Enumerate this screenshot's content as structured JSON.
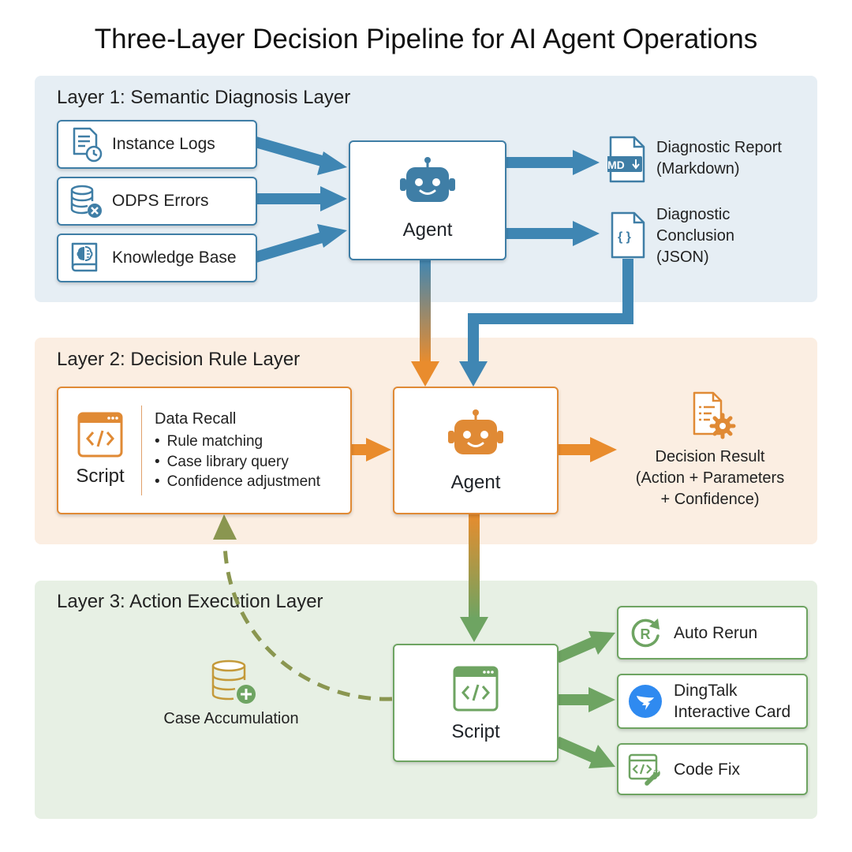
{
  "title": "Three-Layer Decision Pipeline for AI Agent Operations",
  "colors": {
    "blue": "#3f7ea6",
    "orange": "#e08a35",
    "green": "#6ea462",
    "layer1_bg": "#e6eef4",
    "layer2_bg": "#fbeee2",
    "layer3_bg": "#e7f0e4"
  },
  "layer1": {
    "title": "Layer 1: Semantic Diagnosis Layer",
    "inputs": [
      {
        "label": "Instance Logs",
        "icon": "log-document-clock-icon"
      },
      {
        "label": "ODPS Errors",
        "icon": "database-error-icon"
      },
      {
        "label": "Knowledge Base",
        "icon": "brain-book-icon"
      }
    ],
    "agent": {
      "label": "Agent",
      "icon": "robot-icon"
    },
    "outputs": {
      "report": {
        "line1": "Diagnostic Report",
        "line2": "(Markdown)",
        "icon_text": "MD",
        "icon": "markdown-file-icon"
      },
      "conclusion": {
        "line1": "Diagnostic",
        "line2": "Conclusion",
        "line3": "(JSON)",
        "icon_text": "{ }",
        "icon": "json-file-icon"
      }
    }
  },
  "layer2": {
    "title": "Layer 2: Decision Rule Layer",
    "script": {
      "label": "Script",
      "icon": "code-window-icon",
      "recall_title": "Data Recall",
      "recall_items": [
        "Rule matching",
        "Case library query",
        "Confidence adjustment"
      ]
    },
    "agent": {
      "label": "Agent",
      "icon": "robot-icon"
    },
    "decision": {
      "line1": "Decision Result",
      "line2": "(Action + Parameters",
      "line3": "+ Confidence)",
      "icon": "document-gear-icon"
    }
  },
  "layer3": {
    "title": "Layer 3: Action Execution Layer",
    "script": {
      "label": "Script",
      "icon": "code-window-icon"
    },
    "case": {
      "label": "Case Accumulation",
      "icon": "database-plus-icon"
    },
    "actions": [
      {
        "label": "Auto Rerun",
        "icon": "rerun-icon"
      },
      {
        "line1": "DingTalk",
        "line2": "Interactive Card",
        "icon": "dingtalk-icon"
      },
      {
        "label": "Code Fix",
        "icon": "code-wrench-icon"
      }
    ]
  }
}
